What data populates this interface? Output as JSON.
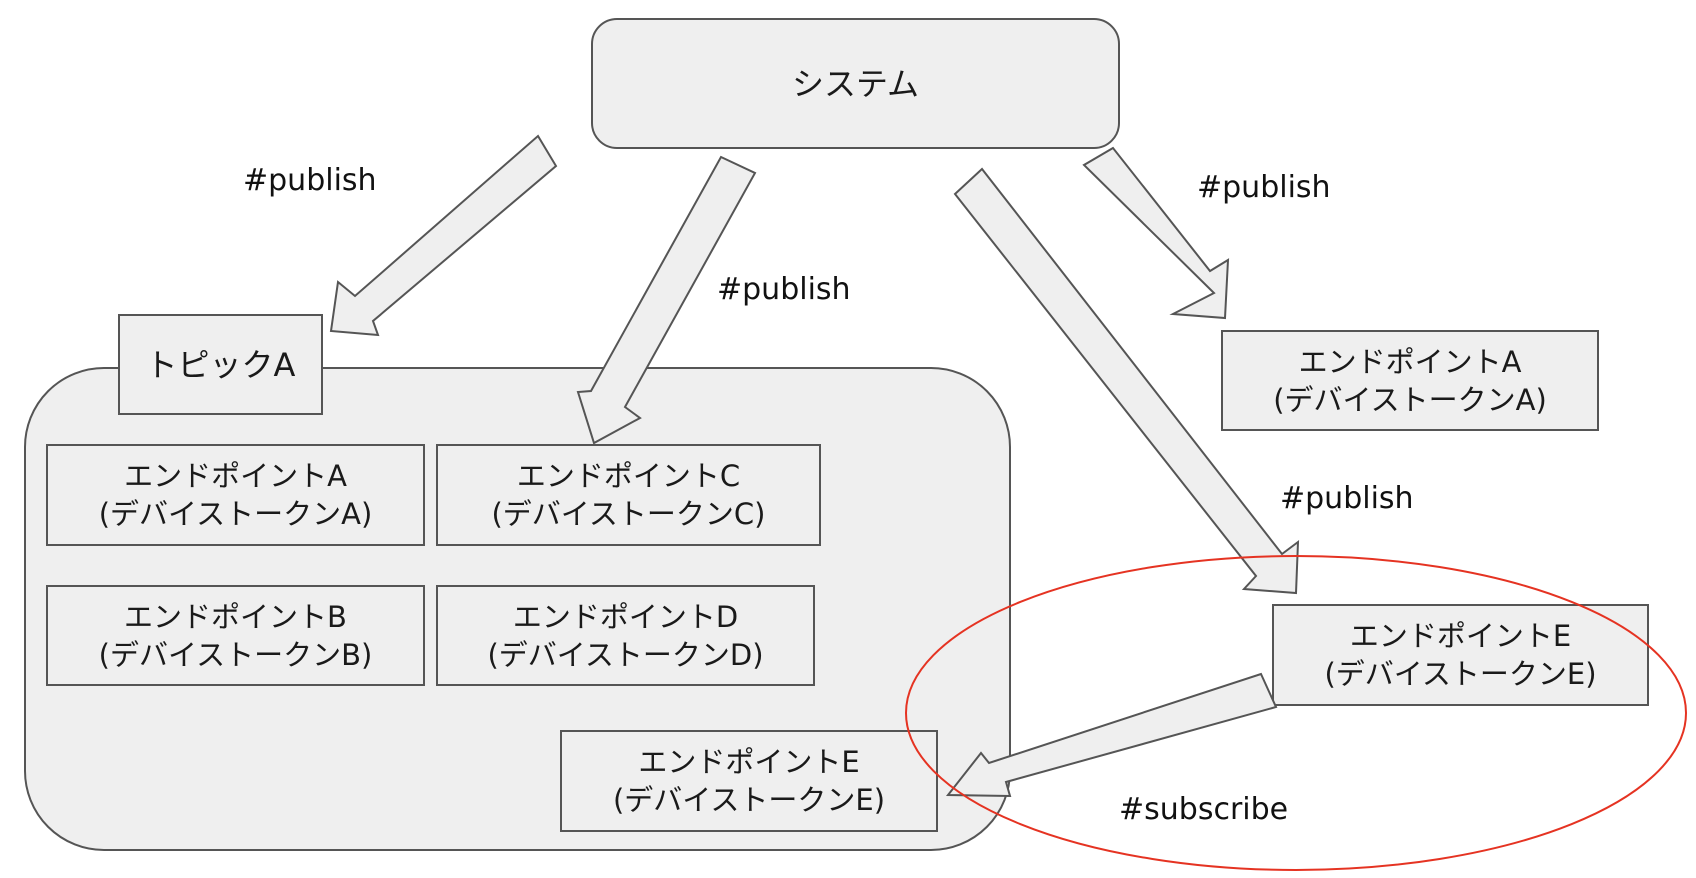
{
  "system": {
    "label": "システム"
  },
  "topic": {
    "label": "トピックA"
  },
  "endpoints": {
    "a_group": {
      "line1": "エンドポイントA",
      "line2": "(デバイストークンA)"
    },
    "c_group": {
      "line1": "エンドポイントC",
      "line2": "(デバイストークンC)"
    },
    "b_group": {
      "line1": "エンドポイントB",
      "line2": "(デバイストークンB)"
    },
    "d_group": {
      "line1": "エンドポイントD",
      "line2": "(デバイストークンD)"
    },
    "e_group": {
      "line1": "エンドポイントE",
      "line2": "(デバイストークンE)"
    },
    "a_direct": {
      "line1": "エンドポイントA",
      "line2": "(デバイストークンA)"
    },
    "e_direct": {
      "line1": "エンドポイントE",
      "line2": "(デバイストークンE)"
    }
  },
  "labels": {
    "publish_topic": "#publish",
    "publish_c": "#publish",
    "publish_a": "#publish",
    "publish_e": "#publish",
    "subscribe": "#subscribe"
  },
  "colors": {
    "box_fill": "#efefef",
    "box_border": "#555555",
    "highlight_ellipse": "#e53322"
  }
}
